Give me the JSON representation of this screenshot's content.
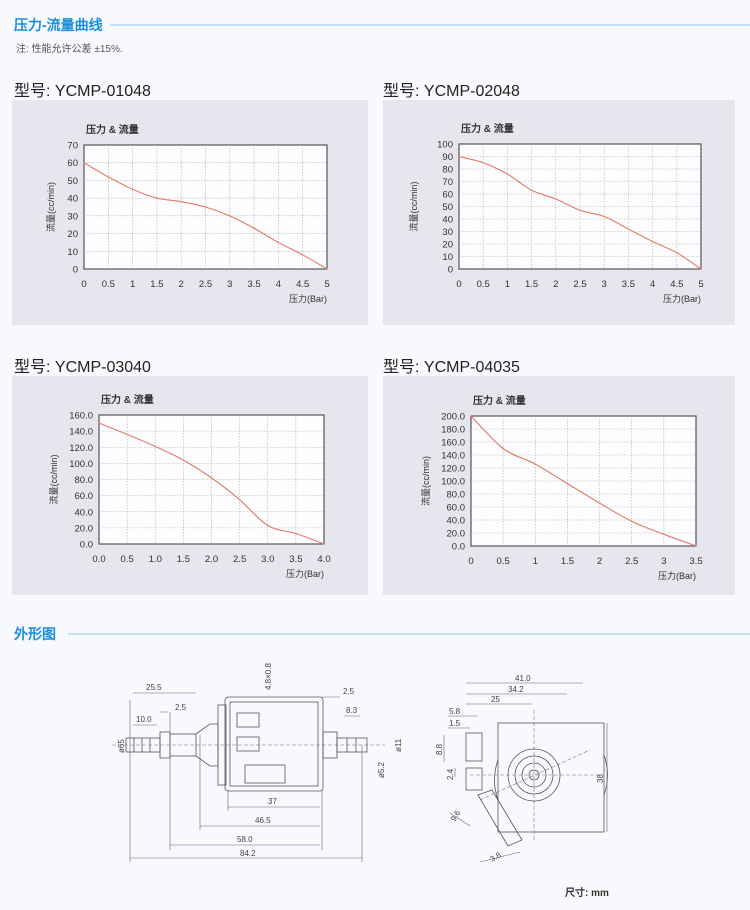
{
  "section1": {
    "title": "压力-流量曲线",
    "note": "注: 性能允许公差 ±15%."
  },
  "section2": {
    "title": "外形图",
    "unit_label": "尺寸: mm"
  },
  "colors": {
    "accent": "#1a8fd8",
    "curve": "#e07a6a",
    "panel": "#e5e6ee"
  },
  "chart_data": [
    {
      "type": "line",
      "model": "型号: YCMP-01048",
      "title": "压力 & 流量",
      "xlabel": "压力(Bar)",
      "ylabel": "流量(cc/min)",
      "xlim": [
        0,
        5
      ],
      "ylim": [
        0,
        70
      ],
      "xticks": [
        "0",
        "0.5",
        "1",
        "1.5",
        "2",
        "2.5",
        "3",
        "3.5",
        "4",
        "4.5",
        "5"
      ],
      "yticks": [
        "0",
        "10",
        "20",
        "30",
        "40",
        "50",
        "60",
        "70"
      ],
      "x": [
        0,
        0.5,
        1,
        1.5,
        2,
        2.5,
        3,
        3.5,
        4,
        4.5,
        5
      ],
      "y": [
        60,
        52,
        45,
        40,
        38,
        35,
        30,
        23,
        15,
        8,
        0
      ],
      "grid": true
    },
    {
      "type": "line",
      "model": "型号: YCMP-02048",
      "title": "压力 & 流量",
      "xlabel": "压力(Bar)",
      "ylabel": "流量(cc/min)",
      "xlim": [
        0,
        5
      ],
      "ylim": [
        0,
        100
      ],
      "xticks": [
        "0",
        "0.5",
        "1",
        "1.5",
        "2",
        "2.5",
        "3",
        "3.5",
        "4",
        "4.5",
        "5"
      ],
      "yticks": [
        "0",
        "10",
        "20",
        "30",
        "40",
        "50",
        "60",
        "70",
        "80",
        "90",
        "100"
      ],
      "x": [
        0,
        0.5,
        1,
        1.5,
        2,
        2.5,
        3,
        3.5,
        4,
        4.5,
        5
      ],
      "y": [
        90,
        85,
        76,
        63,
        56,
        47,
        42,
        32,
        22,
        13,
        0
      ],
      "grid": true
    },
    {
      "type": "line",
      "model": "型号: YCMP-03040",
      "title": "压力 & 流量",
      "xlabel": "压力(Bar)",
      "ylabel": "流量(cc/min)",
      "xlim": [
        0,
        4
      ],
      "ylim": [
        0,
        160
      ],
      "xticks": [
        "0.0",
        "0.5",
        "1.0",
        "1.5",
        "2.0",
        "2.5",
        "3.0",
        "3.5",
        "4.0"
      ],
      "yticks": [
        "0.0",
        "20.0",
        "40.0",
        "60.0",
        "80.0",
        "100.0",
        "120.0",
        "140.0",
        "160.0"
      ],
      "x": [
        0,
        0.5,
        1,
        1.5,
        2,
        2.5,
        3,
        3.5,
        4
      ],
      "y": [
        150,
        136,
        121,
        104,
        82,
        55,
        23,
        13,
        0
      ],
      "grid": true
    },
    {
      "type": "line",
      "model": "型号: YCMP-04035",
      "title": "压力 & 流量",
      "xlabel": "压力(Bar)",
      "ylabel": "流量(cc/min)",
      "xlim": [
        0,
        3.5
      ],
      "ylim": [
        0,
        200
      ],
      "xticks": [
        "0",
        "0.5",
        "1",
        "1.5",
        "2",
        "2.5",
        "3",
        "3.5"
      ],
      "yticks": [
        "0.0",
        "20.0",
        "40.0",
        "60.0",
        "80.0",
        "100.0",
        "120.0",
        "140.0",
        "160.0",
        "180.0",
        "200.0"
      ],
      "x": [
        0,
        0.5,
        1,
        1.5,
        2,
        2.5,
        3,
        3.5
      ],
      "y": [
        200,
        150,
        126,
        96,
        66,
        38,
        18,
        0
      ],
      "grid": true
    }
  ],
  "drawing": {
    "side_view": {
      "d_84_2": "84.2",
      "d_58_0": "58.0",
      "d_46_5": "46.5",
      "d_37": "37",
      "d_25_5": "25.5",
      "d_2_5_left": "2.5",
      "d_10_0": "10.0",
      "d_terminal": "4.8×0.8",
      "d_2_5_right": "2.5",
      "d_8_3": "8.3",
      "d_phi65": "ø65",
      "d_phi11": "ø11",
      "d_phi52": "ø5.2"
    },
    "end_view": {
      "d_41_0": "41.0",
      "d_34_2": "34.2",
      "d_25": "25",
      "d_5_8": "5.8",
      "d_1_5": "1.5",
      "d_8_8": "8.8",
      "d_2_4": "2.4",
      "d_38": "38",
      "d_9_6": "9.6",
      "d_3_8": "3.8"
    }
  }
}
